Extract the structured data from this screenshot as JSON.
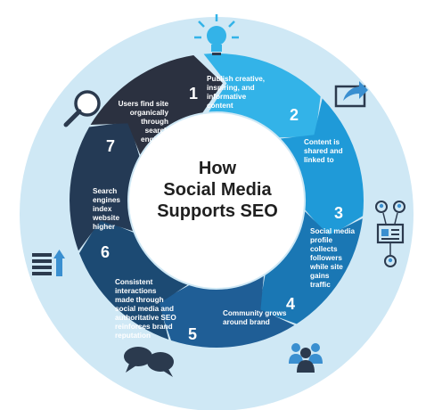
{
  "center": {
    "line1": "How",
    "line2": "Social Media",
    "line3": "Supports SEO"
  },
  "colors": {
    "background_circle": "#cfe8f5",
    "step1": "#33b3e8",
    "step2": "#1f9ad8",
    "step3": "#1a77b4",
    "step4": "#1f5e96",
    "step5": "#1c4a73",
    "step6": "#243a55",
    "step7": "#2b3140",
    "icon_dark": "#2b3a4e",
    "icon_blue": "#3a8fd0",
    "bulb_blue": "#33b3e8"
  },
  "steps": [
    {
      "number": "1",
      "lines": [
        "Publish creative,",
        "inspiring, and",
        "informative",
        "content"
      ]
    },
    {
      "number": "2",
      "lines": [
        "Content is",
        "shared and",
        "linked to"
      ]
    },
    {
      "number": "3",
      "lines": [
        "Social media",
        "profile",
        "collects",
        "followers",
        "while site",
        "gains",
        "traffic"
      ]
    },
    {
      "number": "4",
      "lines": [
        "Community grows",
        "around brand"
      ]
    },
    {
      "number": "5",
      "lines": [
        "Consistent",
        "interactions",
        "made through",
        "social media and",
        "authoritative SEO",
        "reinforces brand",
        "reputation"
      ]
    },
    {
      "number": "6",
      "lines": [
        "Search",
        "engines",
        "index",
        "website",
        "higher"
      ]
    },
    {
      "number": "7",
      "lines": [
        "Users find site",
        "organically",
        "through",
        "search",
        "engines"
      ]
    }
  ],
  "icons": [
    "lightbulb-icon",
    "share-arrow-icon",
    "network-profile-icon",
    "community-people-icon",
    "chat-bubbles-icon",
    "ranking-chart-icon",
    "magnifier-icon"
  ]
}
